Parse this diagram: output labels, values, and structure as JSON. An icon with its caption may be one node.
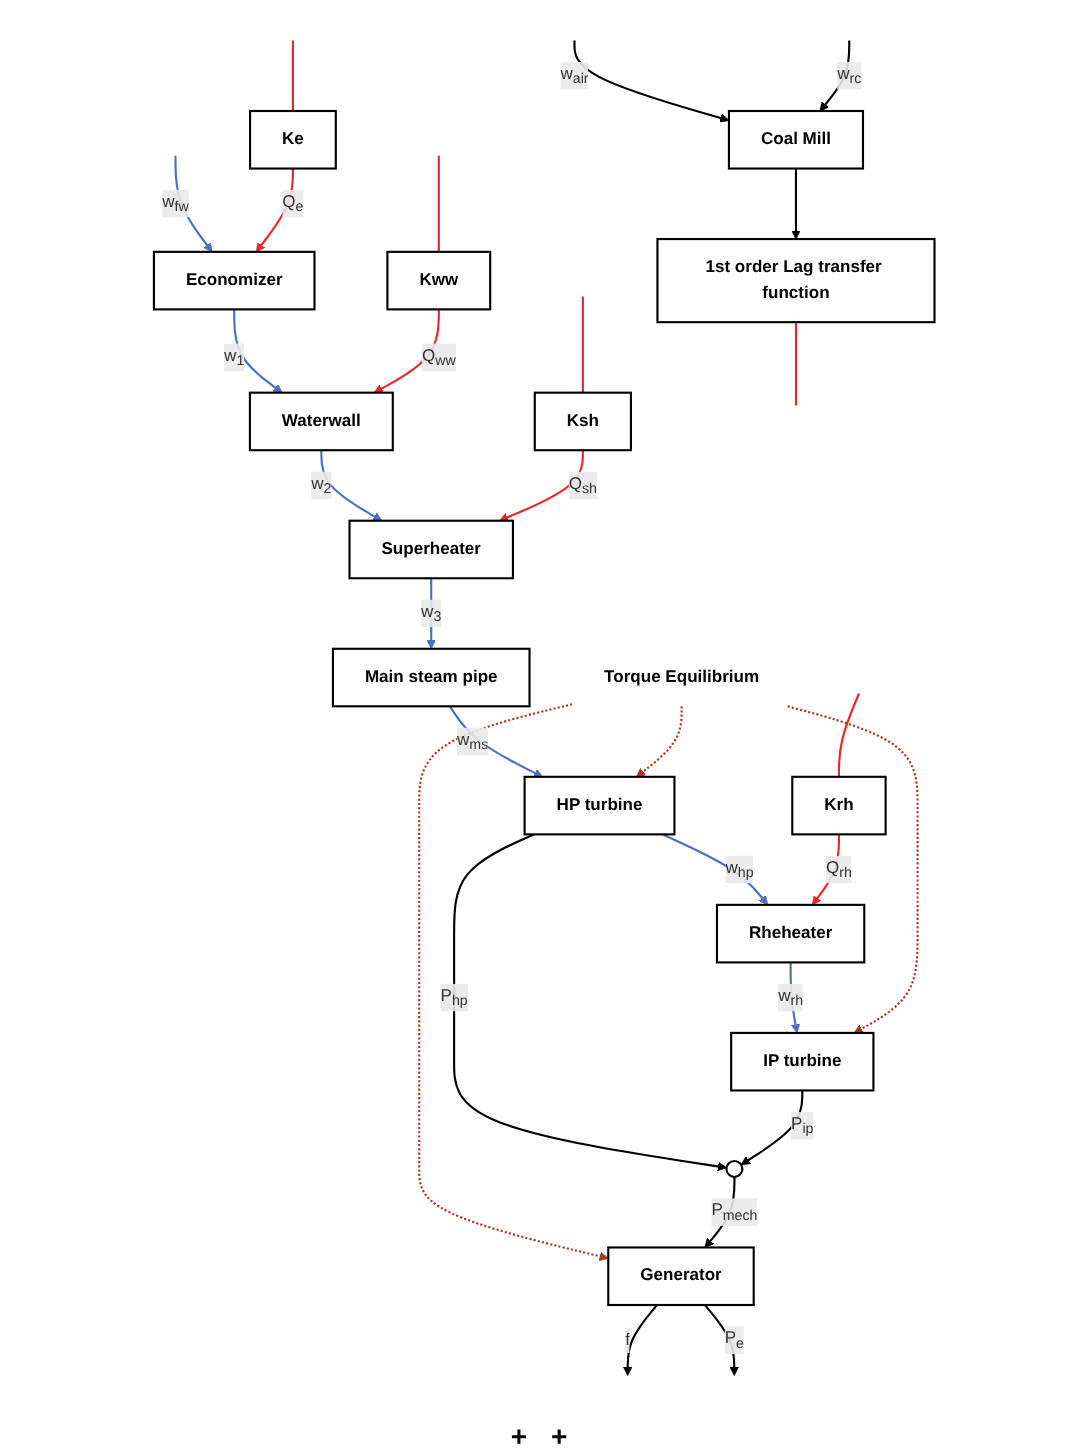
{
  "diagram": {
    "nodes": [
      {
        "text": [
          "Coal Mill"
        ]
      },
      {
        "text": [
          "1st order Lag transfer function"
        ]
      },
      {
        "text": [
          "Economizer"
        ]
      },
      {
        "text": [
          "Ke"
        ]
      },
      {
        "text": [
          "Waterwall"
        ]
      },
      {
        "text": [
          "Kww"
        ]
      },
      {
        "text": [
          "Superheater"
        ]
      },
      {
        "text": [
          "Ksh"
        ]
      },
      {
        "text": [
          "Main steam pipe"
        ]
      },
      {
        "text": [
          "HP turbine"
        ]
      },
      {
        "text": [
          "Rheheater"
        ]
      },
      {
        "text": [
          "Krh"
        ]
      },
      {
        "text": [
          "IP turbine"
        ]
      },
      {
        "text": [
          "Torque Equilibrium"
        ]
      },
      {
        "text": [],
        "shape": "circle"
      },
      {
        "text": [
          "Generator"
        ]
      }
    ],
    "edges": [
      {
        "from": null,
        "to": 0,
        "arrow": "to",
        "label": "w$_{air}$",
        "color": "#000000"
      },
      {
        "from": null,
        "to": 0,
        "arrow": "to",
        "label": "w$_{rc}$",
        "color": "#000000"
      },
      {
        "from": 0,
        "to": 1,
        "arrow": "to",
        "color": "#000000"
      },
      {
        "from": 1,
        "to": null,
        "arrow": "none",
        "color": "#e8262b"
      },
      {
        "from": null,
        "to": 2,
        "arrow": "to",
        "label": "w$_{fw}$",
        "color": "#4a6fc0"
      },
      {
        "from": null,
        "to": 3,
        "arrow": "none",
        "color": "#e8262b"
      },
      {
        "from": 3,
        "to": 2,
        "arrow": "to",
        "label": "Q$_{e}$",
        "color": "#e8262b"
      },
      {
        "from": 2,
        "to": 4,
        "arrow": "to",
        "label": "w$_{1}$",
        "color": "#4a6fc0"
      },
      {
        "from": null,
        "to": 5,
        "arrow": "none",
        "color": "#e8262b"
      },
      {
        "from": 5,
        "to": 4,
        "arrow": "to",
        "label": "Q$_{ww}$",
        "color": "#e8262b"
      },
      {
        "from": 4,
        "to": 6,
        "arrow": "to",
        "label": "w$_{2}$",
        "color": "#4a6fc0"
      },
      {
        "from": null,
        "to": 7,
        "arrow": "none",
        "color": "#e8262b"
      },
      {
        "from": 7,
        "to": 6,
        "arrow": "to",
        "label": "Q$_{sh}$",
        "color": "#e8262b"
      },
      {
        "from": 6,
        "to": 8,
        "arrow": "to",
        "label": "w$_{3}$",
        "color": "#4a6fc0"
      },
      {
        "from": 8,
        "to": 9,
        "arrow": "to",
        "label": "w$_{ms}$",
        "color": "#4a6fc0"
      },
      {
        "from": 9,
        "to": 10,
        "arrow": "to",
        "label": "w$_{hp}$",
        "color": "#4a6fc0"
      },
      {
        "from": null,
        "to": 11,
        "arrow": "none",
        "color": "#e8262b"
      },
      {
        "from": 11,
        "to": 10,
        "arrow": "to",
        "label": "Q$_{rh}$",
        "color": "#e8262b"
      },
      {
        "from": 10,
        "to": 12,
        "arrow": "to",
        "label": "w$_{rh}$",
        "color": "#4a6fc0"
      },
      {
        "from": 13,
        "to": 9,
        "arrow": "to",
        "style": "dashed",
        "color": "#a33a22"
      },
      {
        "from": 13,
        "to": 12,
        "arrow": "to",
        "style": "dashed",
        "color": "#a33a22"
      },
      {
        "from": 13,
        "to": 15,
        "arrow": "to",
        "style": "dashed",
        "color": "#a33a22"
      },
      {
        "from": 9,
        "to": 14,
        "arrow": "to",
        "label": "P$_{hp}$",
        "color": "#000000"
      },
      {
        "from": 12,
        "to": 14,
        "arrow": "to",
        "label": "P$_{ip}$",
        "color": "#000000"
      },
      {
        "from": 14,
        "to": 15,
        "arrow": "to",
        "label": "P$_{mech}$",
        "color": "#000000"
      },
      {
        "from": 15,
        "to": null,
        "arrow": "to",
        "label": "f",
        "color": "#000000"
      },
      {
        "from": 15,
        "to": null,
        "arrow": "to",
        "label": "P$_{e}$",
        "color": "#000000"
      }
    ],
    "labels": [
      "+",
      "+"
    ]
  }
}
